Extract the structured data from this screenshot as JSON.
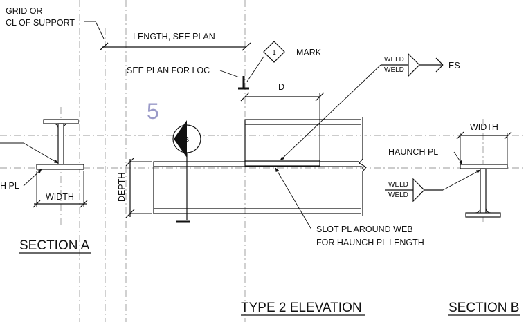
{
  "notes": {
    "grid_line1": "GRID OR",
    "grid_line2": "CL OF SUPPORT",
    "length": "LENGTH, SEE PLAN",
    "see_plan": "SEE PLAN FOR LOC",
    "mark_number": "1",
    "mark": "MARK",
    "d": "D",
    "detail_number": "5",
    "section_cut": "B",
    "depth": "DEPTH",
    "slot_line1": "SLOT PL AROUND WEB",
    "slot_line2": "FOR HAUNCH PL LENGTH",
    "weld_top1": "WELD",
    "weld_top2": "WELD",
    "es": "ES",
    "width_b": "WIDTH",
    "haunch_pl_b": "HAUNCH PL",
    "weld_b1": "WELD",
    "weld_b2": "WELD",
    "haunch_pl_a": "H PL",
    "width_a": "WIDTH"
  },
  "titles": {
    "section_a": "SECTION A",
    "elevation": "TYPE 2 ELEVATION",
    "section_b": "SECTION B"
  },
  "colors": {
    "ink": "#111111",
    "centerline": "#9a9a9a",
    "detail_number": "#9a9ac8"
  }
}
